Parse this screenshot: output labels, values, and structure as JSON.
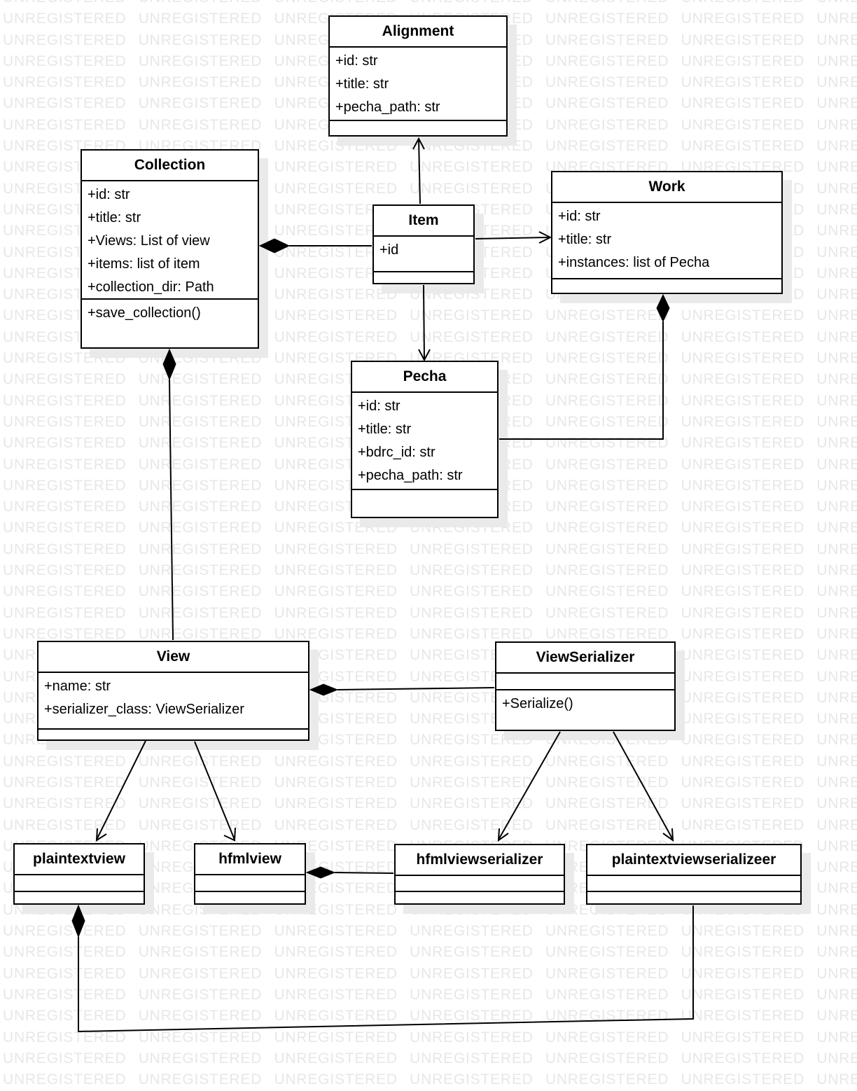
{
  "watermark": {
    "text": "UNREGISTERED"
  },
  "diagram_type": "uml-class-diagram",
  "classes": {
    "alignment": {
      "name": "Alignment",
      "attributes": [
        "+id: str",
        "+title: str",
        "+pecha_path: str"
      ],
      "methods": []
    },
    "collection": {
      "name": "Collection",
      "attributes": [
        "+id: str",
        "+title: str",
        "+Views: List of view",
        "+items: list of item",
        "+collection_dir: Path"
      ],
      "methods": [
        "+save_collection()"
      ]
    },
    "item": {
      "name": "Item",
      "attributes": [
        "+id"
      ],
      "methods": []
    },
    "work": {
      "name": "Work",
      "attributes": [
        "+id: str",
        "+title: str",
        "+instances: list of Pecha"
      ],
      "methods": []
    },
    "pecha": {
      "name": "Pecha",
      "attributes": [
        "+id: str",
        "+title: str",
        "+bdrc_id: str",
        "+pecha_path: str"
      ],
      "methods": []
    },
    "view": {
      "name": "View",
      "attributes": [
        "+name: str",
        "+serializer_class: ViewSerializer"
      ],
      "methods": []
    },
    "viewserializer": {
      "name": "ViewSerializer",
      "attributes": [],
      "methods": [
        "+Serialize()"
      ]
    },
    "plaintextview": {
      "name": "plaintextview",
      "attributes": [],
      "methods": []
    },
    "hfmlview": {
      "name": "hfmlview",
      "attributes": [],
      "methods": []
    },
    "hfmlviewserializer": {
      "name": "hfmlviewserializer",
      "attributes": [],
      "methods": []
    },
    "plaintextviewserializeer": {
      "name": "plaintextviewserializeer",
      "attributes": [],
      "methods": []
    }
  },
  "relationships": [
    {
      "from": "Item",
      "to": "Alignment",
      "type": "arrow"
    },
    {
      "from": "Collection",
      "to": "Item",
      "type": "aggregation"
    },
    {
      "from": "Item",
      "to": "Work",
      "type": "arrow"
    },
    {
      "from": "Item",
      "to": "Pecha",
      "type": "arrow"
    },
    {
      "from": "Work",
      "to": "Pecha",
      "type": "aggregation"
    },
    {
      "from": "Collection",
      "to": "View",
      "type": "aggregation"
    },
    {
      "from": "View",
      "to": "ViewSerializer",
      "type": "aggregation"
    },
    {
      "from": "View",
      "to": "plaintextview",
      "type": "arrow"
    },
    {
      "from": "View",
      "to": "hfmlview",
      "type": "arrow"
    },
    {
      "from": "ViewSerializer",
      "to": "hfmlviewserializer",
      "type": "arrow"
    },
    {
      "from": "ViewSerializer",
      "to": "plaintextviewserializeer",
      "type": "arrow"
    },
    {
      "from": "hfmlview",
      "to": "hfmlviewserializer",
      "type": "aggregation"
    },
    {
      "from": "plaintextviewserializeer",
      "to": "plaintextview",
      "type": "aggregation"
    }
  ]
}
